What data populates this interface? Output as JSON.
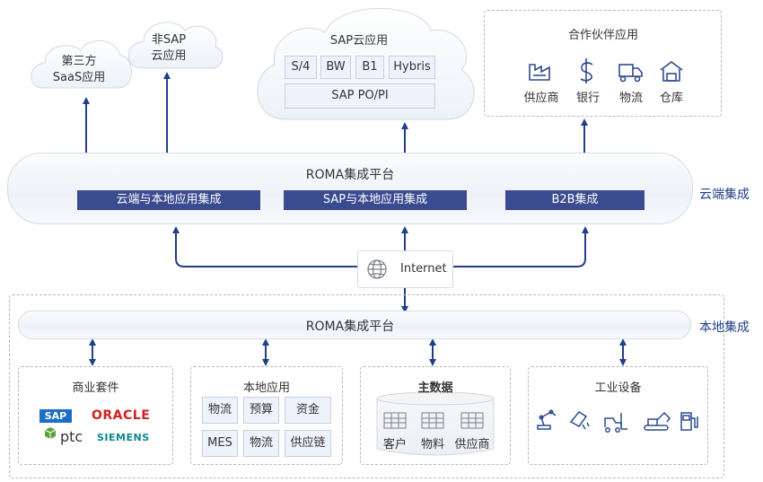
{
  "cloud": {
    "third_party": {
      "line1": "第三方",
      "line2": "SaaS应用"
    },
    "non_sap": {
      "line1": "非SAP",
      "line2": "云应用"
    },
    "sap_cloud": {
      "title": "SAP云应用",
      "modules": [
        "S/4",
        "BW",
        "B1",
        "Hybris"
      ],
      "po": "SAP PO/PI"
    },
    "partner": {
      "title": "合作伙伴应用",
      "items": [
        {
          "label": "供应商",
          "icon": "factory-icon"
        },
        {
          "label": "银行",
          "icon": "dollar-icon"
        },
        {
          "label": "物流",
          "icon": "truck-icon"
        },
        {
          "label": "仓库",
          "icon": "warehouse-icon"
        }
      ]
    },
    "platform": {
      "title": "ROMA集成平台",
      "bars": [
        "云端与本地应用集成",
        "SAP与本地应用集成",
        "B2B集成"
      ]
    },
    "side_label": "云端集成"
  },
  "internet": {
    "label": "Internet",
    "icon": "globe-icon"
  },
  "local": {
    "platform_title": "ROMA集成平台",
    "side_label": "本地集成",
    "commerce": {
      "title": "商业套件",
      "logos": [
        "SAP",
        "ORACLE",
        "ptc",
        "SIEMENS"
      ]
    },
    "local_apps": {
      "title": "本地应用",
      "rows": [
        [
          "物流",
          "预算",
          "资金"
        ],
        [
          "MES",
          "物流",
          "供应链"
        ]
      ]
    },
    "master_data": {
      "title": "主数据",
      "items": [
        "客户",
        "物料",
        "供应商"
      ]
    },
    "industrial": {
      "title": "工业设备",
      "icons": [
        "robot-arm-icon",
        "sensor-icon",
        "forklift-icon",
        "excavator-icon",
        "fuel-pump-icon"
      ]
    }
  },
  "colors": {
    "accent": "#3a4b8f",
    "line": "#223f87",
    "side": "#1f3f86"
  }
}
